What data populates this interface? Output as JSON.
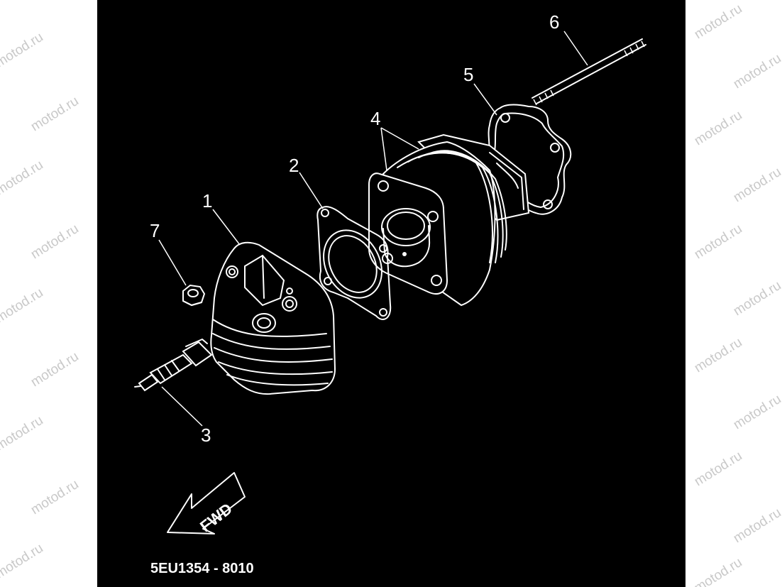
{
  "watermark": "motod.ru",
  "part_labels": [
    "1",
    "2",
    "3",
    "4",
    "5",
    "6",
    "7"
  ],
  "direction_label": "FWD",
  "diagram_code": "5EU1354 - 8010",
  "colors": {
    "panel": "#000000",
    "lines": "#ffffff",
    "watermark": "#c9c9c9",
    "page": "#ffffff"
  }
}
